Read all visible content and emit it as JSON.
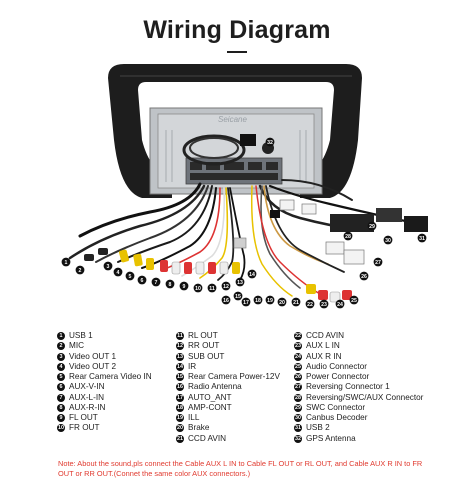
{
  "header": {
    "title": "Wiring Diagram"
  },
  "device": {
    "watermark": "Seicane"
  },
  "callouts": [
    "1",
    "2",
    "3",
    "4",
    "5",
    "6",
    "7",
    "8",
    "9",
    "10",
    "11",
    "12",
    "13",
    "14",
    "15",
    "16",
    "17",
    "18",
    "19",
    "20",
    "21",
    "22",
    "23",
    "24",
    "25",
    "26",
    "27",
    "28",
    "29",
    "30",
    "31",
    "32"
  ],
  "legend": {
    "col1": [
      {
        "n": "1",
        "label": "USB 1"
      },
      {
        "n": "2",
        "label": "MIC"
      },
      {
        "n": "3",
        "label": "Video OUT 1"
      },
      {
        "n": "4",
        "label": "Video OUT 2"
      },
      {
        "n": "5",
        "label": "Rear Camera Video IN"
      },
      {
        "n": "6",
        "label": "AUX-V-IN"
      },
      {
        "n": "7",
        "label": "AUX-L-IN"
      },
      {
        "n": "8",
        "label": "AUX-R-IN"
      },
      {
        "n": "9",
        "label": "FL OUT"
      },
      {
        "n": "10",
        "label": "FR OUT"
      }
    ],
    "col2": [
      {
        "n": "11",
        "label": "RL OUT"
      },
      {
        "n": "12",
        "label": "RR OUT"
      },
      {
        "n": "13",
        "label": "SUB OUT"
      },
      {
        "n": "14",
        "label": "IR"
      },
      {
        "n": "15",
        "label": "Rear Camera Power-12V"
      },
      {
        "n": "16",
        "label": "Radio Antenna"
      },
      {
        "n": "17",
        "label": "AUTO_ANT"
      },
      {
        "n": "18",
        "label": "AMP-CONT"
      },
      {
        "n": "19",
        "label": "ILL"
      },
      {
        "n": "20",
        "label": "Brake"
      },
      {
        "n": "21",
        "label": "CCD AVIN"
      }
    ],
    "col3": [
      {
        "n": "22",
        "label": "CCD AVIN"
      },
      {
        "n": "23",
        "label": "AUX L IN"
      },
      {
        "n": "24",
        "label": "AUX R IN"
      },
      {
        "n": "25",
        "label": "Audio Connector"
      },
      {
        "n": "26",
        "label": "Power Connector"
      },
      {
        "n": "27",
        "label": "Reversing Connector 1"
      },
      {
        "n": "28",
        "label": "Reversing/SWC/AUX Connector"
      },
      {
        "n": "29",
        "label": "SWC Connector"
      },
      {
        "n": "30",
        "label": "Canbus Decoder"
      },
      {
        "n": "31",
        "label": "USB 2"
      },
      {
        "n": "32",
        "label": "GPS Antenna"
      }
    ]
  },
  "note": "Note: About the sound,pls connect the Cable AUX L IN to Cable FL OUT or RL OUT, and Cable AUX R IN to FR OUT or RR OUT.(Connet the same color AUX connectors.)"
}
